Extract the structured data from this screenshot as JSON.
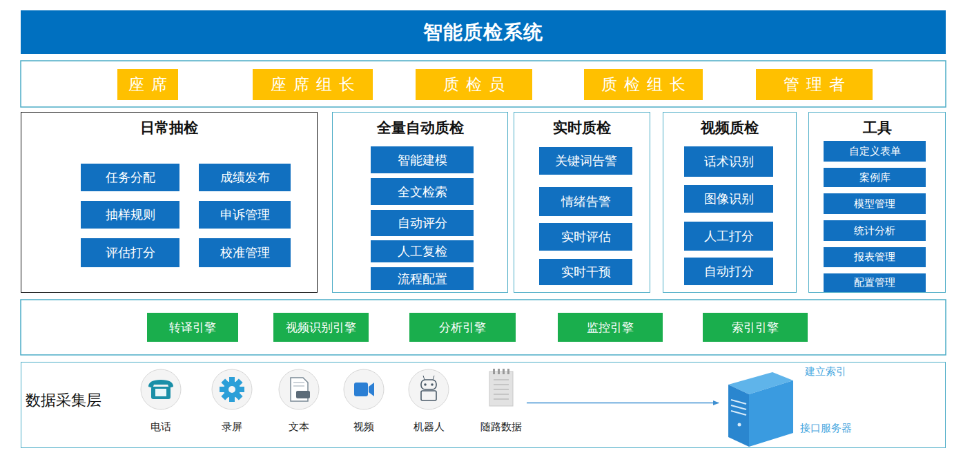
{
  "diagram": {
    "title": "智能质检系统",
    "nodes": [
      {
        "text": [
          "座席"
        ]
      },
      {
        "text": [
          "座席组长"
        ]
      },
      {
        "text": [
          "质检员"
        ]
      },
      {
        "text": [
          "质检组长"
        ]
      },
      {
        "text": [
          "管理者"
        ]
      },
      {
        "text": [
          "日常抽检"
        ]
      },
      {
        "text": [
          "任务分配"
        ],
        "in": 5
      },
      {
        "text": [
          "成绩发布"
        ],
        "in": 5
      },
      {
        "text": [
          "抽样规则"
        ],
        "in": 5
      },
      {
        "text": [
          "申诉管理"
        ],
        "in": 5
      },
      {
        "text": [
          "评估打分"
        ],
        "in": 5
      },
      {
        "text": [
          "校准管理"
        ],
        "in": 5
      },
      {
        "text": [
          "全量自动质检"
        ]
      },
      {
        "text": [
          "智能建模"
        ],
        "in": 12
      },
      {
        "text": [
          "全文检索"
        ],
        "in": 12
      },
      {
        "text": [
          "自动评分"
        ],
        "in": 12
      },
      {
        "text": [
          "人工复检"
        ],
        "in": 12
      },
      {
        "text": [
          "流程配置"
        ],
        "in": 12
      },
      {
        "text": [
          "实时质检"
        ]
      },
      {
        "text": [
          "关键词告警"
        ],
        "in": 18
      },
      {
        "text": [
          "情绪告警"
        ],
        "in": 18
      },
      {
        "text": [
          "实时评估"
        ],
        "in": 18
      },
      {
        "text": [
          "实时干预"
        ],
        "in": 18
      },
      {
        "text": [
          "视频质检"
        ]
      },
      {
        "text": [
          "话术识别"
        ],
        "in": 23
      },
      {
        "text": [
          "图像识别"
        ],
        "in": 23
      },
      {
        "text": [
          "人工打分"
        ],
        "in": 23
      },
      {
        "text": [
          "自动打分"
        ],
        "in": 23
      },
      {
        "text": [
          "工具"
        ]
      },
      {
        "text": [
          "自定义表单"
        ],
        "in": 28
      },
      {
        "text": [
          "案例库"
        ],
        "in": 28
      },
      {
        "text": [
          "模型管理"
        ],
        "in": 28
      },
      {
        "text": [
          "统计分析"
        ],
        "in": 28
      },
      {
        "text": [
          "报表管理"
        ],
        "in": 28
      },
      {
        "text": [
          "配置管理"
        ],
        "in": 28
      },
      {
        "text": [
          "转译引擎"
        ]
      },
      {
        "text": [
          "视频识别引擎"
        ]
      },
      {
        "text": [
          "分析引擎"
        ]
      },
      {
        "text": [
          "监控引擎"
        ]
      },
      {
        "text": [
          "索引引擎"
        ]
      },
      {
        "text": [
          "数据采集层"
        ]
      },
      {
        "text": [
          "电话"
        ],
        "in": 40
      },
      {
        "text": [
          "录屏"
        ],
        "in": 40
      },
      {
        "text": [
          "文本"
        ],
        "in": 40
      },
      {
        "text": [
          "视频"
        ],
        "in": 40
      },
      {
        "text": [
          "机器人"
        ],
        "in": 40
      },
      {
        "text": [
          "随路数据"
        ],
        "in": 40
      },
      {
        "text": [
          "建立索引",
          "接口服务器"
        ],
        "in": 40
      }
    ],
    "edges": [
      {
        "from": 46,
        "to": 47,
        "arrow": "to"
      }
    ]
  }
}
